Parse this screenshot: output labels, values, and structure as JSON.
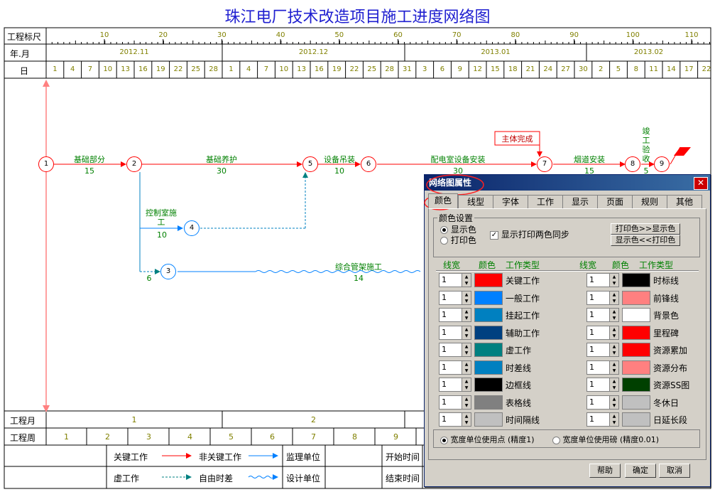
{
  "title": "珠江电厂技术改造项目施工进度网络图",
  "ruler": {
    "label": "工程标尺",
    "ticks": [
      "10",
      "20",
      "30",
      "40",
      "50",
      "60",
      "70",
      "80",
      "90",
      "100",
      "110"
    ]
  },
  "month_row": {
    "label": "年.月",
    "months": [
      "2012.11",
      "2012.12",
      "2013.01",
      "2013.02"
    ]
  },
  "day_row": {
    "label": "日",
    "days": [
      "1",
      "4",
      "7",
      "10",
      "13",
      "16",
      "19",
      "22",
      "25",
      "28",
      "1",
      "4",
      "7",
      "10",
      "13",
      "16",
      "19",
      "22",
      "25",
      "28",
      "31",
      "3",
      "6",
      "9",
      "12",
      "15",
      "18",
      "21",
      "24",
      "27",
      "30",
      "2",
      "5",
      "8",
      "11",
      "14",
      "17",
      "22"
    ]
  },
  "network": {
    "nodes": [
      "1",
      "2",
      "3",
      "4",
      "5",
      "6",
      "7",
      "8",
      "9"
    ],
    "tasks": [
      {
        "name": "基础部分",
        "duration": "15"
      },
      {
        "name": "基础养护",
        "duration": "30"
      },
      {
        "name": "设备吊装",
        "duration": "10"
      },
      {
        "name": "配电室设备安装",
        "duration": "30"
      },
      {
        "name": "烟道安装",
        "duration": "15"
      },
      {
        "name": "竣工验收",
        "duration": "5"
      },
      {
        "name": "控制室施工",
        "duration": "10"
      },
      {
        "name": "综合管架施工",
        "duration": "14"
      }
    ],
    "free_float": "6",
    "milestone": "主体完成"
  },
  "footer": {
    "month_label": "工程月",
    "months": [
      "1",
      "2"
    ],
    "week_label": "工程周",
    "weeks": [
      "1",
      "2",
      "3",
      "4",
      "5",
      "6",
      "7",
      "8",
      "9"
    ],
    "legend": {
      "critical": "关键工作",
      "noncritical": "非关键工作",
      "dummy": "虚工作",
      "free_float": "自由时差",
      "supervisor": "监理单位",
      "designer": "设计单位",
      "start_time": "开始时间",
      "end_time": "结束时间"
    }
  },
  "dialog": {
    "title": "网络图属性",
    "close": "✕",
    "tabs": [
      "颜色",
      "线型",
      "字体",
      "工作",
      "显示",
      "页面",
      "规则",
      "其他"
    ],
    "group_label": "颜色设置",
    "radio_display": "显示色",
    "radio_print": "打印色",
    "sync_label": "显示打印两色同步",
    "btn_print_to_display": "打印色>>显示色",
    "btn_display_to_print": "显示色<<打印色",
    "col_width": "线宽",
    "col_color": "颜色",
    "col_type": "工作类型",
    "left_rows": [
      {
        "value": "1",
        "color": "#ff0000",
        "label": "关键工作"
      },
      {
        "value": "1",
        "color": "#0080ff",
        "label": "一般工作"
      },
      {
        "value": "1",
        "color": "#0080c0",
        "label": "挂起工作"
      },
      {
        "value": "1",
        "color": "#004080",
        "label": "辅助工作"
      },
      {
        "value": "1",
        "color": "#008080",
        "label": "虚工作"
      },
      {
        "value": "1",
        "color": "#0080c0",
        "label": "时差线"
      },
      {
        "value": "1",
        "color": "#000000",
        "label": "边框线"
      },
      {
        "value": "1",
        "color": "#808080",
        "label": "表格线"
      },
      {
        "value": "1",
        "color": "#c0c0c0",
        "label": "时间隔线"
      }
    ],
    "right_rows": [
      {
        "value": "1",
        "color": "#000000",
        "label": "时标线"
      },
      {
        "value": "1",
        "color": "#ff8080",
        "label": "前锋线"
      },
      {
        "value": "1",
        "color": "#ffffff",
        "label": "背景色"
      },
      {
        "value": "1",
        "color": "#ff0000",
        "label": "里程碑"
      },
      {
        "value": "1",
        "color": "#ff0000",
        "label": "资源累加"
      },
      {
        "value": "1",
        "color": "#ff8080",
        "label": "资源分布"
      },
      {
        "value": "1",
        "color": "#004000",
        "label": "资源SS图"
      },
      {
        "value": "1",
        "color": "#c0c0c0",
        "label": "冬休日"
      },
      {
        "value": "1",
        "color": "#c0c0c0",
        "label": "日延长段"
      }
    ],
    "unit_point": "宽度单位使用点 (精度1)",
    "unit_pound": "宽度单位使用磅 (精度0.01)",
    "btn_help": "帮助",
    "btn_ok": "确定",
    "btn_cancel": "取消"
  }
}
